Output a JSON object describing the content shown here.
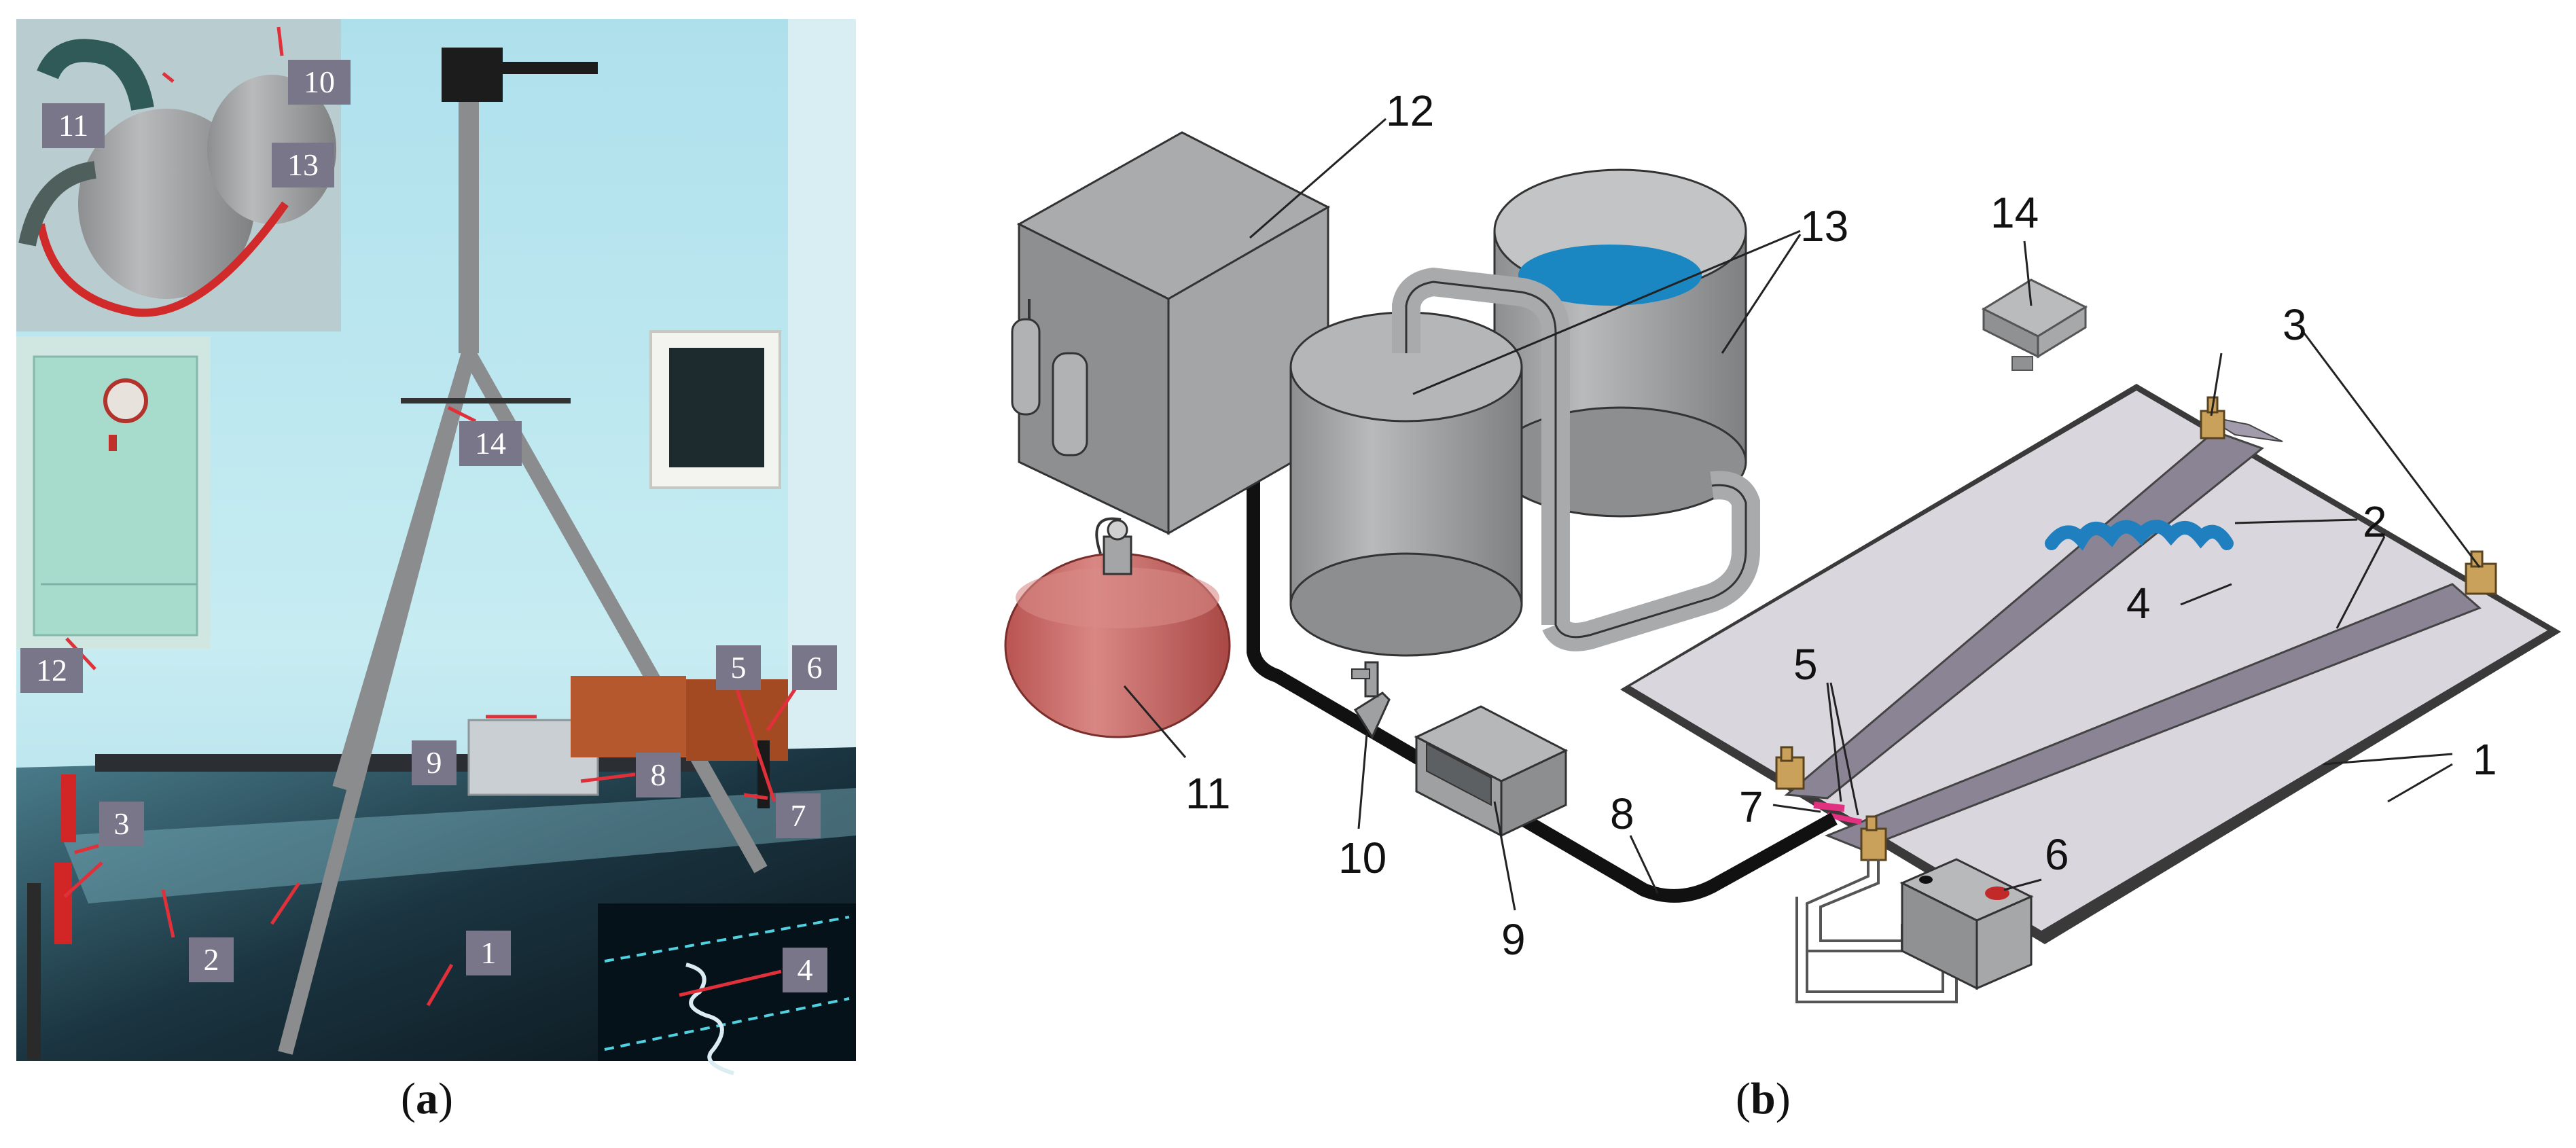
{
  "panel_a": {
    "caption_open": "(",
    "caption_letter": "a",
    "caption_close": ")",
    "tags": [
      "1",
      "2",
      "3",
      "4",
      "5",
      "6",
      "7",
      "8",
      "9",
      "10",
      "11",
      "12",
      "13",
      "14"
    ]
  },
  "panel_b": {
    "caption_open": "(",
    "caption_letter": "b",
    "caption_close": ")",
    "labels": [
      "1",
      "2",
      "3",
      "4",
      "5",
      "6",
      "7",
      "8",
      "9",
      "10",
      "11",
      "12",
      "13",
      "14"
    ]
  },
  "colors": {
    "wall": "#bfe6ef",
    "table_glass": "#0e1a22",
    "metal_gray": "#a3a5a7",
    "cabinet_gray": "#8d8f91",
    "water_blue": "#1a86c2",
    "extinguisher_red": "#cc6e6b",
    "plate_lilac": "#d9d6dd",
    "strip_purple": "#8a8494",
    "clamp_gold": "#c9a15a",
    "tag_bg": "#7a7689",
    "pointer_red": "#e0303a"
  }
}
